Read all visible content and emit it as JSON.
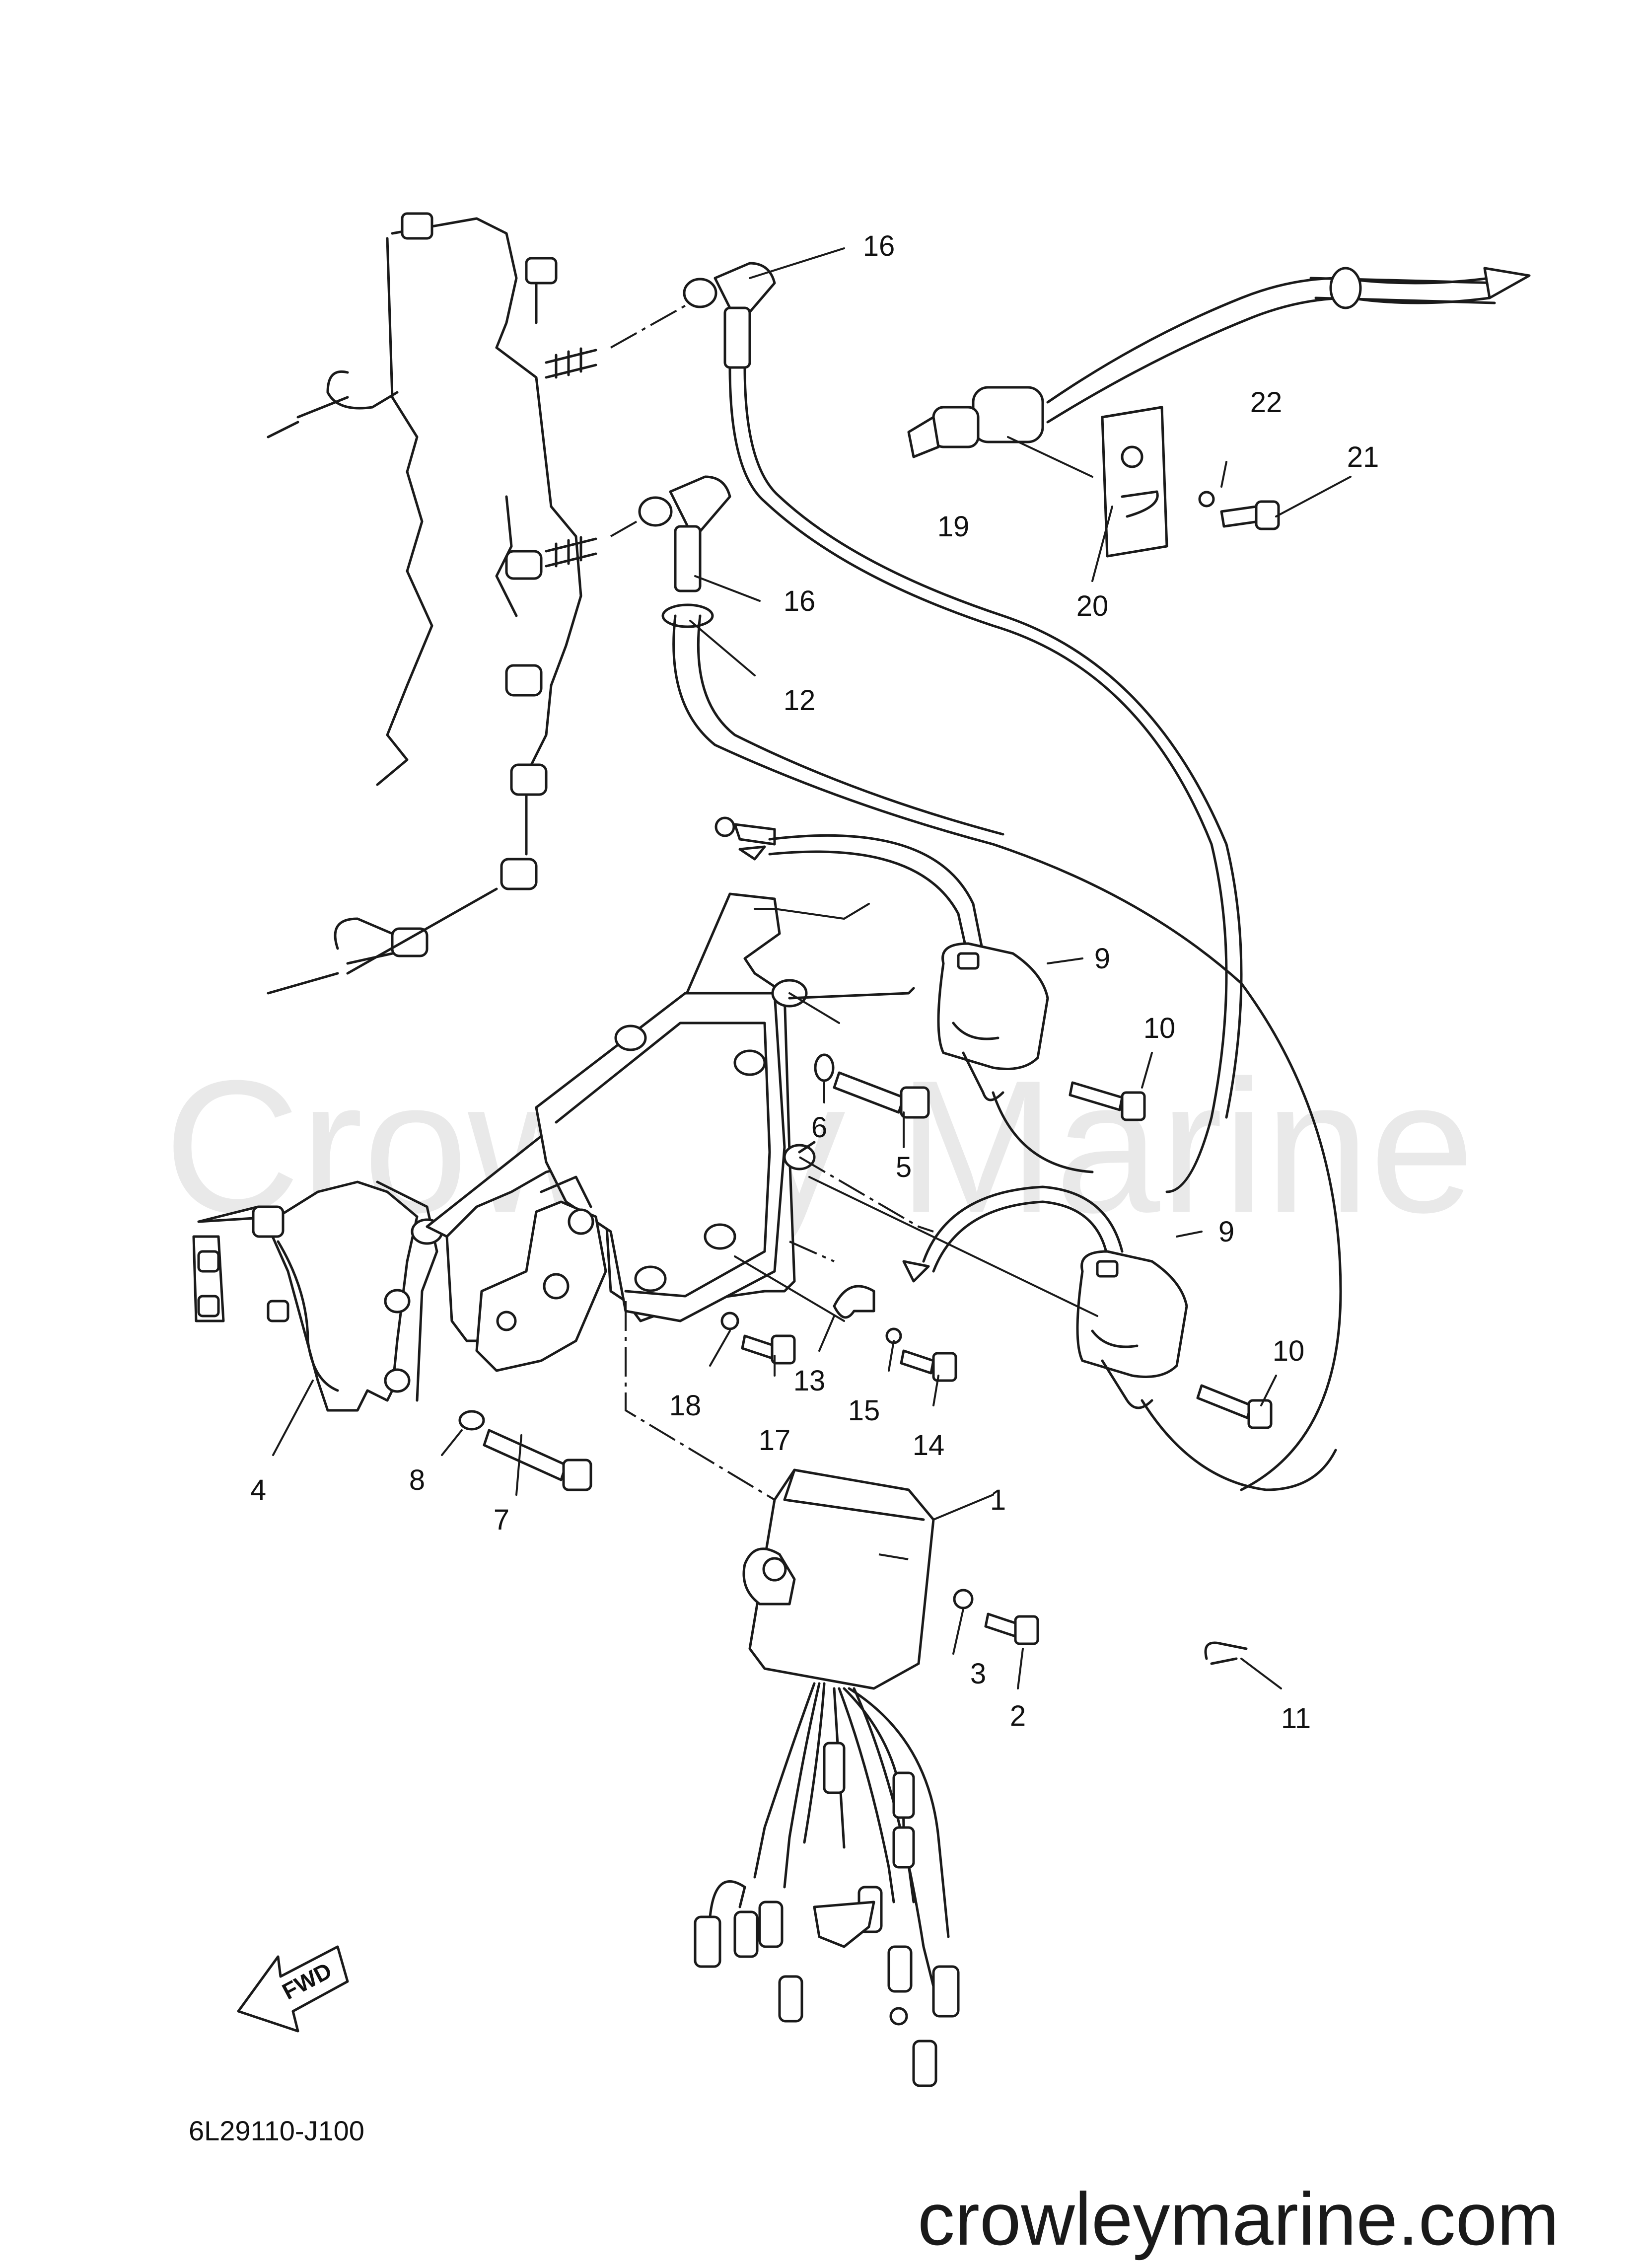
{
  "watermark": "Crowley Marine",
  "website": "crowleymarine.com",
  "diagram_code": "6L29110-J100",
  "fwd_label": "FWD",
  "callouts": [
    "1",
    "2",
    "3",
    "4",
    "5",
    "6",
    "7",
    "8",
    "9",
    "9",
    "10",
    "10",
    "11",
    "12",
    "13",
    "14",
    "15",
    "16",
    "16",
    "17",
    "18",
    "19",
    "20",
    "21",
    "22"
  ]
}
